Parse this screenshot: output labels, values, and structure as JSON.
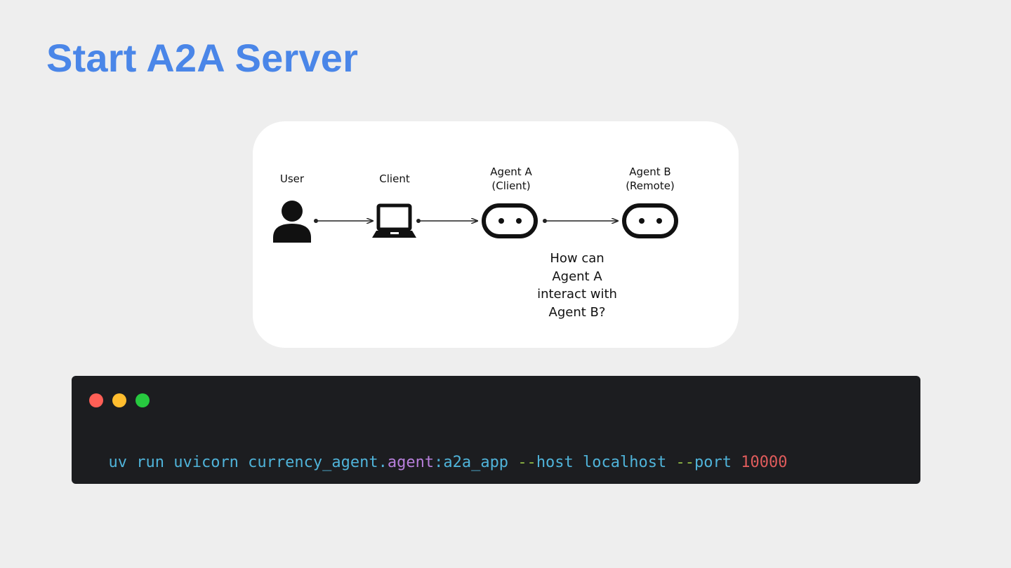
{
  "title": "Start A2A Server",
  "diagram": {
    "nodes": [
      {
        "id": "user",
        "lines": [
          "User"
        ],
        "icon": "user-icon"
      },
      {
        "id": "client",
        "lines": [
          "Client"
        ],
        "icon": "laptop-icon"
      },
      {
        "id": "agent-a",
        "lines": [
          "Agent A",
          "(Client)"
        ],
        "icon": "robot-face-icon"
      },
      {
        "id": "agent-b",
        "lines": [
          "Agent B",
          "(Remote)"
        ],
        "icon": "robot-face-icon"
      }
    ],
    "edges": [
      {
        "from": "user",
        "to": "client"
      },
      {
        "from": "client",
        "to": "agent-a"
      },
      {
        "from": "agent-a",
        "to": "agent-b"
      }
    ],
    "question": [
      "How can",
      "Agent A",
      "interact with",
      "Agent B?"
    ]
  },
  "terminal": {
    "window_dots": [
      {
        "name": "close",
        "color": "#ff5f56"
      },
      {
        "name": "minimize",
        "color": "#ffbd2e"
      },
      {
        "name": "maximize",
        "color": "#27c93f"
      }
    ],
    "command_tokens": [
      {
        "text": "uv run uvicorn currency_agent.",
        "color": "#4fb3d9"
      },
      {
        "text": "agent",
        "color": "#b77fdb"
      },
      {
        "text": ":a2a_app ",
        "color": "#4fb3d9"
      },
      {
        "text": "--",
        "color": "#8fb844"
      },
      {
        "text": "host localhost ",
        "color": "#4fb3d9"
      },
      {
        "text": "--",
        "color": "#8fb844"
      },
      {
        "text": "port ",
        "color": "#4fb3d9"
      },
      {
        "text": "10000",
        "color": "#e05c5c"
      }
    ]
  }
}
